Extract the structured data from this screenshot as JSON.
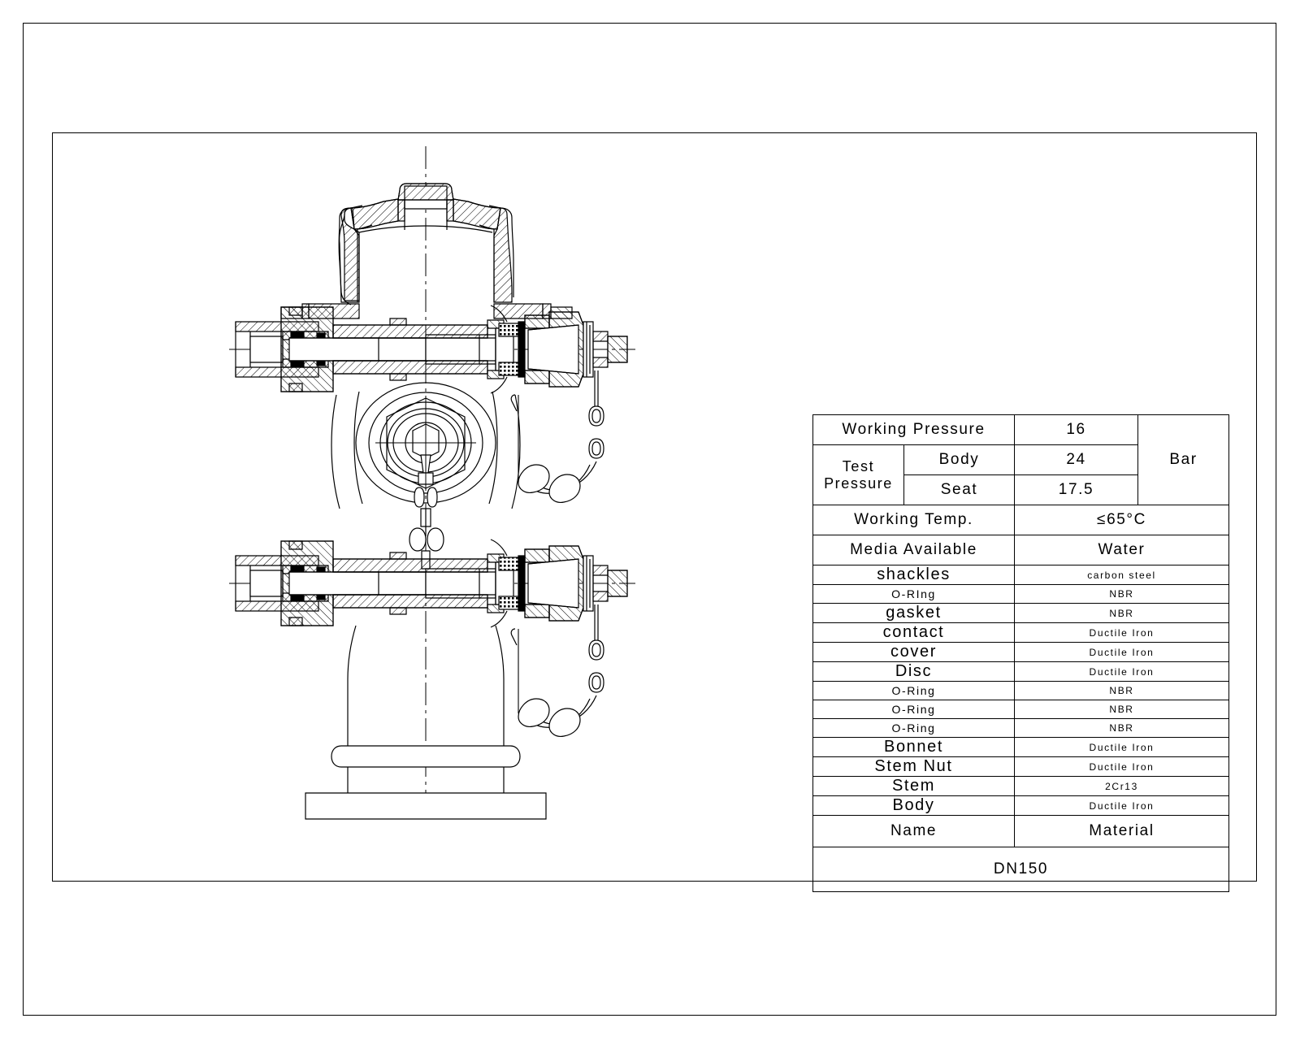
{
  "drawing": {
    "title": "DN150",
    "subject": "fire-hydrant-cross-section",
    "line_color": "#000000",
    "background": "#ffffff"
  },
  "spec_table": {
    "rows": [
      {
        "label": "Working Pressure",
        "value": "16"
      },
      {
        "label": "Test Pressure",
        "sub": "Body",
        "value": "24"
      },
      {
        "label": "Test Pressure",
        "sub": "Seat",
        "value": "17.5"
      }
    ],
    "test_pressure_label_line1": "Test",
    "test_pressure_label_line2": "Pressure",
    "unit": "Bar",
    "working_pressure_label": "Working Pressure",
    "working_pressure_value": "16",
    "body_label": "Body",
    "body_value": "24",
    "seat_label": "Seat",
    "seat_value": "17.5",
    "working_temp_label": "Working Temp.",
    "working_temp_value": "≤65°C",
    "media_label": "Media Available",
    "media_value": "Water"
  },
  "bom": {
    "header_name": "Name",
    "header_material": "Material",
    "items": [
      {
        "name": "shackles",
        "material": "carbon steel",
        "size": "lg"
      },
      {
        "name": "O-RIng",
        "material": "NBR",
        "size": "sm"
      },
      {
        "name": "gasket",
        "material": "NBR",
        "size": "lg"
      },
      {
        "name": "contact",
        "material": "Ductile Iron",
        "size": "lg"
      },
      {
        "name": "cover",
        "material": "Ductile Iron",
        "size": "lg"
      },
      {
        "name": "Disc",
        "material": "Ductile Iron",
        "size": "lg"
      },
      {
        "name": "O-Ring",
        "material": "NBR",
        "size": "sm"
      },
      {
        "name": "O-Ring",
        "material": "NBR",
        "size": "sm"
      },
      {
        "name": "O-Ring",
        "material": "NBR",
        "size": "sm"
      },
      {
        "name": "Bonnet",
        "material": "Ductile Iron",
        "size": "lg"
      },
      {
        "name": "Stem Nut",
        "material": "Ductile Iron",
        "size": "lg"
      },
      {
        "name": "Stem",
        "material": "2Cr13",
        "size": "lg"
      },
      {
        "name": "Body",
        "material": "Ductile Iron",
        "size": "lg"
      }
    ]
  }
}
